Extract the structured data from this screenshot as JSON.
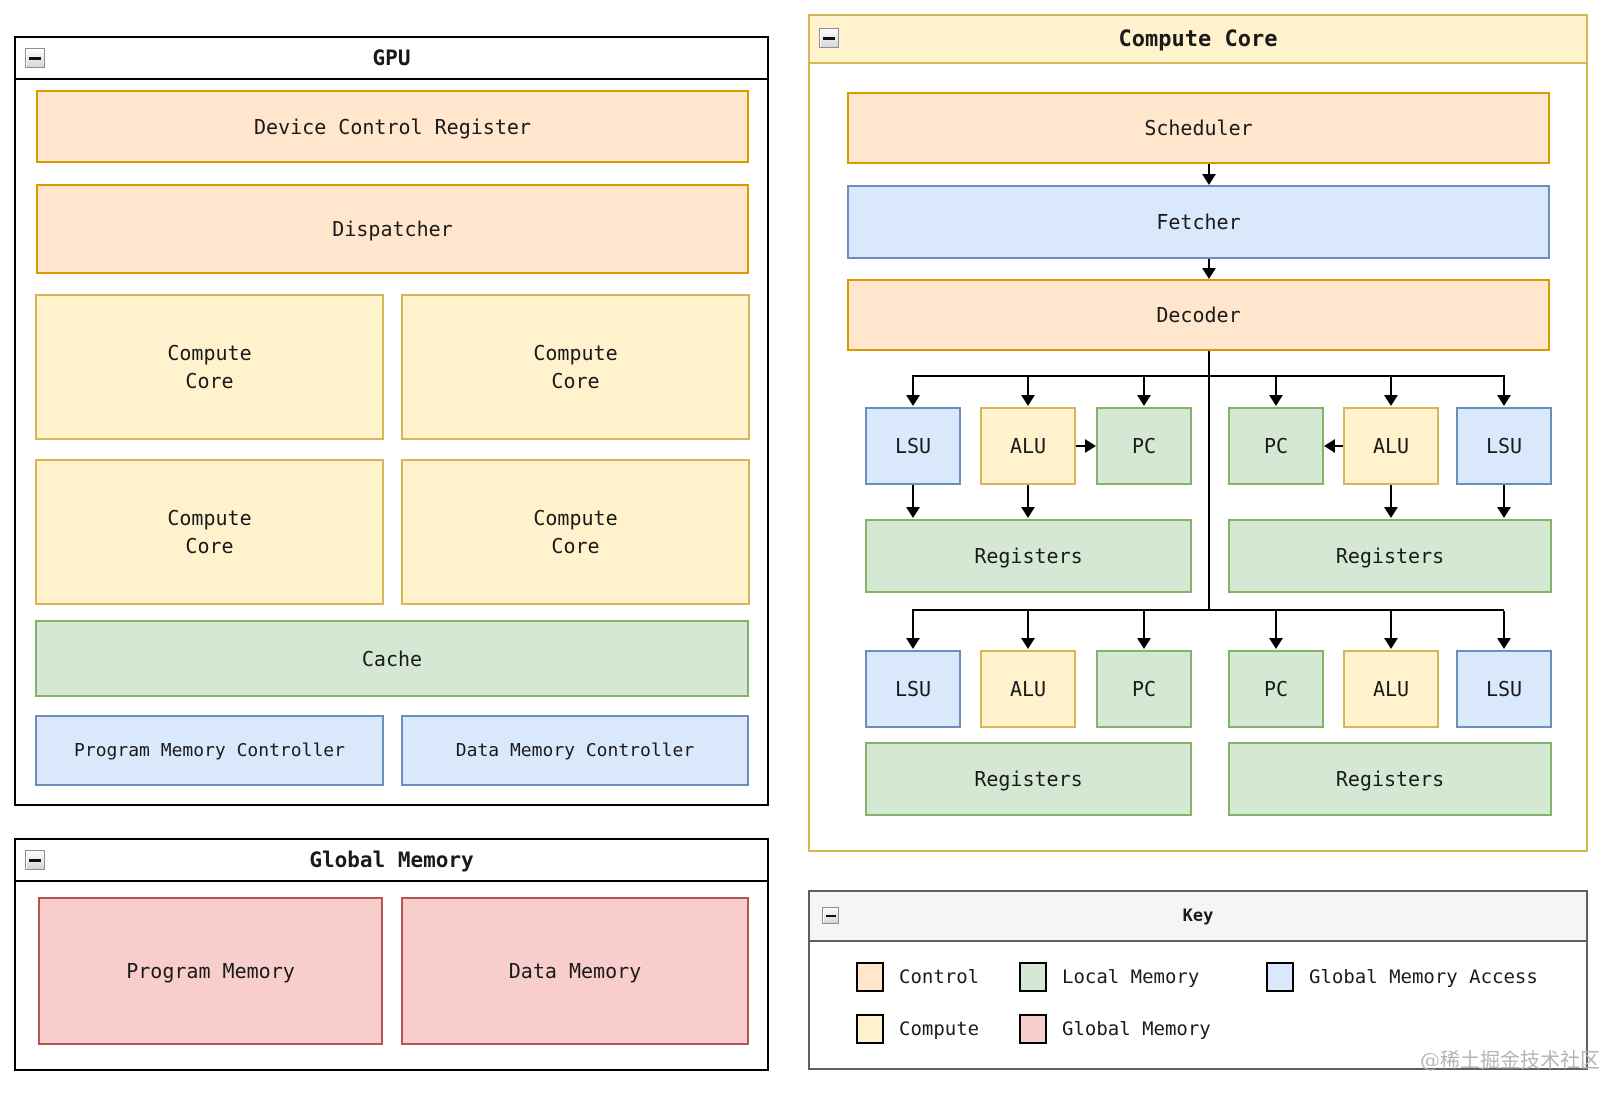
{
  "palette": {
    "control": {
      "fill": "#FFE6CC",
      "stroke": "#D79B00"
    },
    "compute": {
      "fill": "#FFF2CC",
      "stroke": "#D6B656"
    },
    "local_memory": {
      "fill": "#D5E8D4",
      "stroke": "#82B366"
    },
    "global_memory_access": {
      "fill": "#DAE8FC",
      "stroke": "#6C8EBF"
    },
    "global_memory": {
      "fill": "#F8CECC",
      "stroke": "#B85450"
    }
  },
  "windows": {
    "gpu": {
      "title": "GPU",
      "device_control_register": "Device Control Register",
      "dispatcher": "Dispatcher",
      "compute_core": "Compute\nCore",
      "cache": "Cache",
      "program_memory_controller": "Program Memory Controller",
      "data_memory_controller": "Data Memory Controller"
    },
    "global_memory": {
      "title": "Global Memory",
      "program_memory": "Program Memory",
      "data_memory": "Data Memory"
    },
    "compute_core": {
      "title": "Compute Core",
      "scheduler": "Scheduler",
      "fetcher": "Fetcher",
      "decoder": "Decoder",
      "lsu": "LSU",
      "alu": "ALU",
      "pc": "PC",
      "registers": "Registers"
    },
    "key": {
      "title": "Key",
      "items": [
        {
          "label": "Control",
          "color": "control"
        },
        {
          "label": "Local Memory",
          "color": "local_memory"
        },
        {
          "label": "Global Memory Access",
          "color": "global_memory_access"
        },
        {
          "label": "Compute",
          "color": "compute"
        },
        {
          "label": "Global Memory",
          "color": "global_memory"
        }
      ]
    }
  },
  "watermark": "@稀土掘金技术社区"
}
